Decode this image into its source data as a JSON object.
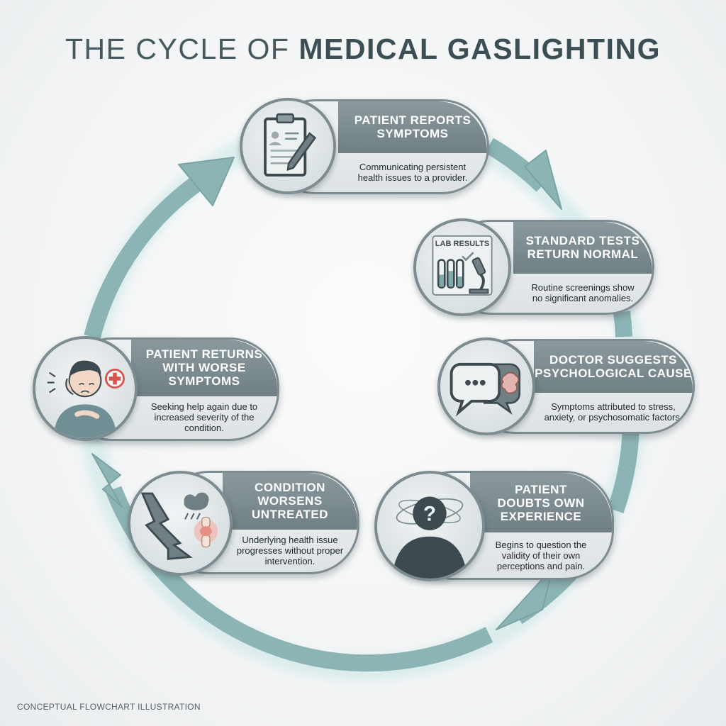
{
  "title": {
    "light": "THE CYCLE OF ",
    "bold": "MEDICAL GASLIGHTING"
  },
  "footer": "CONCEPTUAL FLOWCHART ILLUSTRATION",
  "colors": {
    "arrow": "#8db4b4",
    "pill_border": "#7d8c91",
    "pill_header": "#7b8a8f",
    "icon_dark": "#3d4b50"
  },
  "steps": [
    {
      "title": "PATIENT REPORTS\nSYMPTOMS",
      "desc": "Communicating persistent\nhealth issues to a provider.",
      "icon": "clipboard-pen-icon"
    },
    {
      "title": "STANDARD TESTS\nRETURN NORMAL",
      "desc": "Routine screenings show\nno significant anomalies.",
      "icon": "lab-results-icon",
      "icon_label": "LAB RESULTS"
    },
    {
      "title": "DOCTOR SUGGESTS\nPSYCHOLOGICAL CAUSE",
      "desc": "Symptoms attributed to stress,\nanxiety, or psychosomatic factors.",
      "icon": "speech-bubbles-brain-icon"
    },
    {
      "title": "PATIENT\nDOUBTS OWN\nEXPERIENCE",
      "desc": "Begins to question the\nvalidity of their own\nperceptions and pain.",
      "icon": "question-head-icon",
      "icon_label": "?"
    },
    {
      "title": "CONDITION\nWORSENS\nUNTREATED",
      "desc": "Underlying health issue\nprogresses without proper\nintervention.",
      "icon": "decline-storm-joint-icon"
    },
    {
      "title": "PATIENT RETURNS\nWITH WORSE\nSYMPTOMS",
      "desc": "Seeking help again due to\nincreased severity of the\ncondition.",
      "icon": "sick-patient-icon"
    }
  ]
}
